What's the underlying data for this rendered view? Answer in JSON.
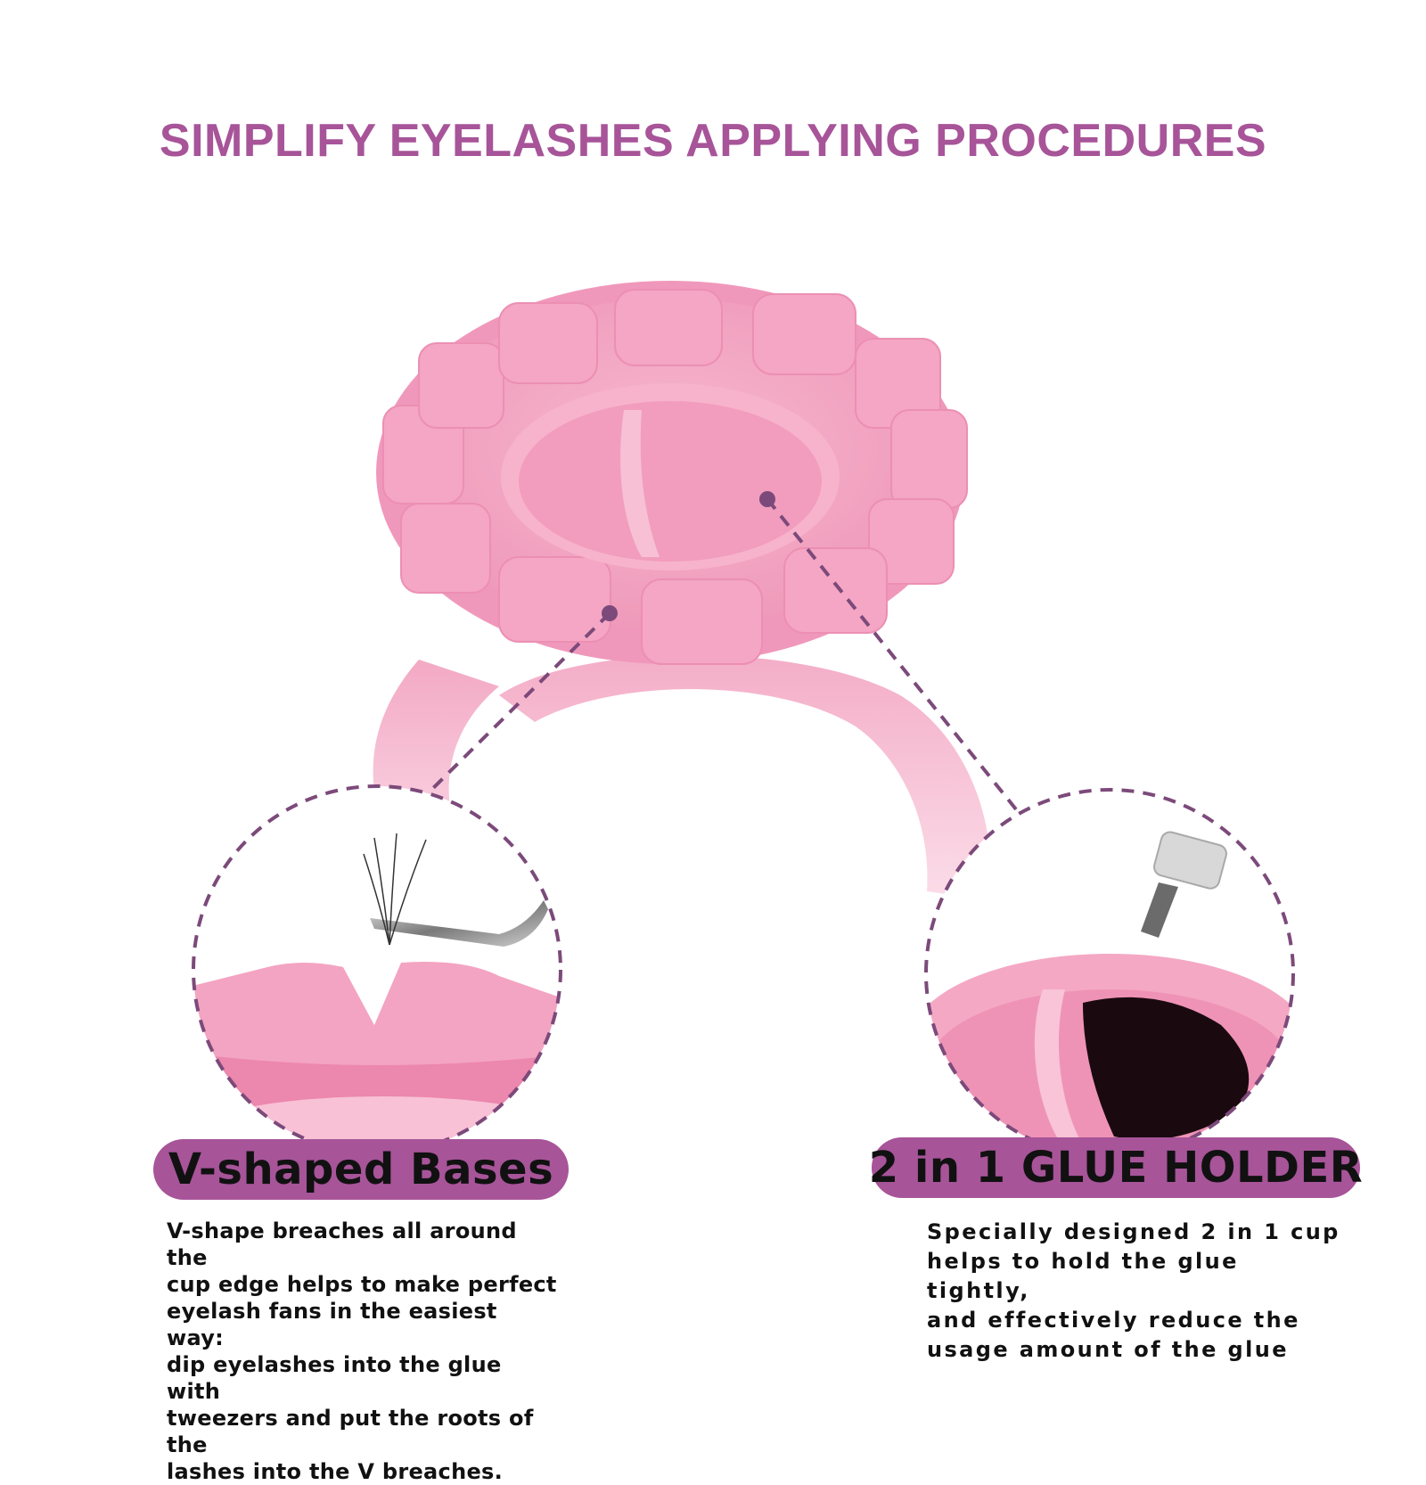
{
  "headline": "SIMPLIFY EYELASHES APPLYING PROCEDURES",
  "features": [
    {
      "title": "V-shaped Bases",
      "lines": [
        "V-shape breaches all around the",
        "cup edge helps to make perfect",
        "eyelash fans in the easiest way:",
        "dip eyelashes into the glue with",
        "tweezers and put the roots of the",
        "lashes into the V breaches."
      ]
    },
    {
      "title": "2 in 1 GLUE HOLDER",
      "lines": [
        "Specially designed 2 in 1 cup",
        "helps to hold the glue tightly,",
        "and effectively reduce the",
        "usage amount of the glue"
      ]
    }
  ],
  "colors": {
    "accent": "#a75499",
    "product_pink": "#f2a7c3",
    "glue": "#1a0a10",
    "text": "#111111"
  }
}
